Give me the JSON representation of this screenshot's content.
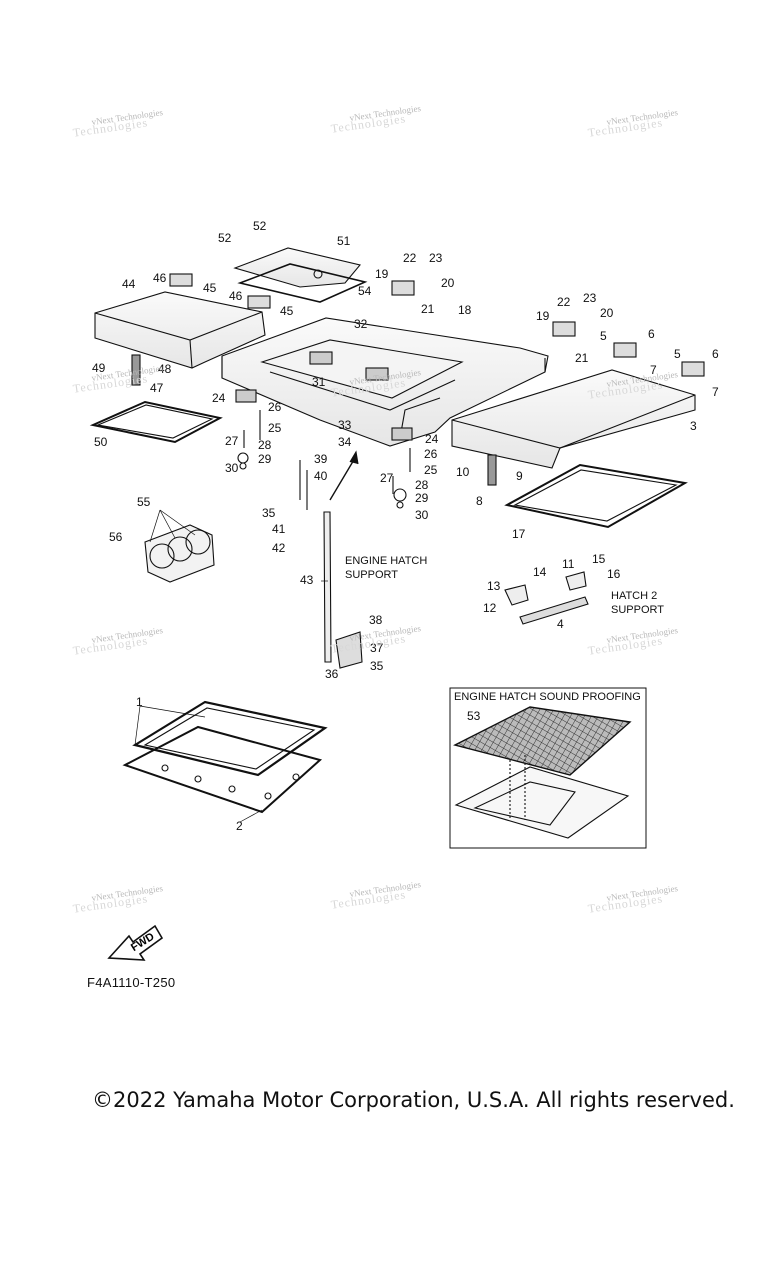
{
  "watermark": {
    "text": "vNext Technologies",
    "ghost": "Technologies"
  },
  "diagram": {
    "part_numbers": [
      "1",
      "2",
      "3",
      "4",
      "5",
      "6",
      "7",
      "8",
      "9",
      "10",
      "11",
      "12",
      "13",
      "14",
      "15",
      "16",
      "17",
      "18",
      "19",
      "20",
      "21",
      "22",
      "23",
      "24",
      "25",
      "26",
      "27",
      "28",
      "29",
      "30",
      "31",
      "32",
      "33",
      "34",
      "35",
      "36",
      "37",
      "38",
      "39",
      "40",
      "41",
      "42",
      "43",
      "44",
      "45",
      "46",
      "47",
      "48",
      "49",
      "50",
      "51",
      "52",
      "53",
      "54",
      "55",
      "56"
    ],
    "labels": {
      "engine_hatch_support_1": "ENGINE HATCH",
      "engine_hatch_support_2": "SUPPORT",
      "hatch2_support_1": "HATCH 2",
      "hatch2_support_2": "SUPPORT",
      "sound_proofing": "ENGINE HATCH SOUND PROOFING"
    },
    "fwd_badge": "FWD",
    "figure_code": "F4A1110-T250"
  },
  "footer": {
    "copyright": "©2022 Yamaha Motor Corporation, U.S.A. All rights reserved."
  }
}
